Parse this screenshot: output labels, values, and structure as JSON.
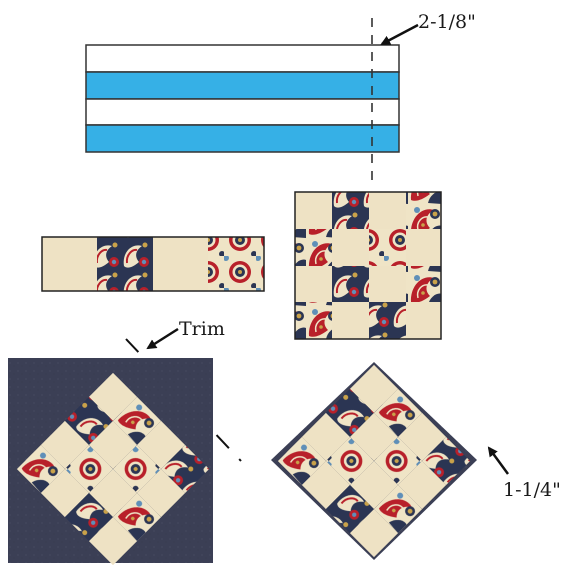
{
  "labels": {
    "strip_cut": "2-1/8\"",
    "trim": "Trim",
    "border_width": "1-1/4\""
  },
  "colors": {
    "strip_blue": "#36b0e6",
    "strip_white": "#ffffff",
    "cream": "#eee2c4",
    "navy": "#3b3f55",
    "paisley_red": "#b8202a",
    "paisley_navy": "#2b3553",
    "paisley_cream": "#efe4c6",
    "paisley_gold": "#c9a24a",
    "paisley_blue": "#5f8fb8",
    "line": "#2a2a2a"
  },
  "icons": [
    "arrow-icon",
    "arrow-icon",
    "arrow-icon"
  ]
}
